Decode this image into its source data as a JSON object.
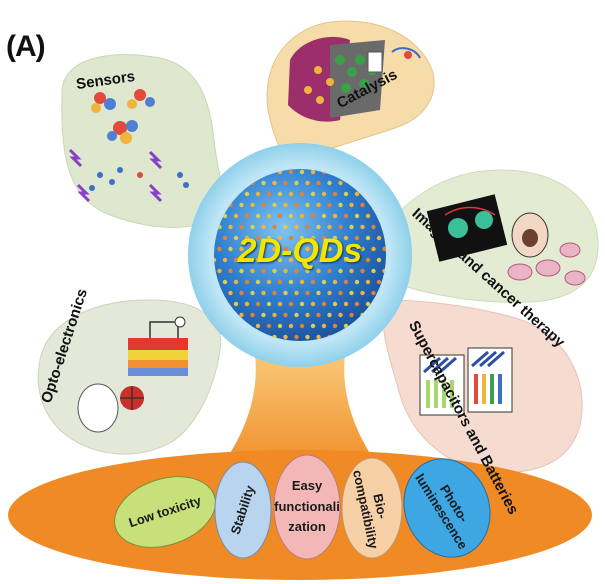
{
  "panel_label": "(A)",
  "center_label": "2D-QDs",
  "applications": {
    "sensors": "Sensors",
    "catalysis": "Catalysis",
    "imaging": "Imaging and cancer therapy",
    "supercapacitors": "Supercapacitors and Batteries",
    "optoelectronics": "Opto-electronics"
  },
  "properties": [
    {
      "label": "Low toxicity",
      "color": "#c7e07a"
    },
    {
      "label": "Stability",
      "color": "#b8d4ee"
    },
    {
      "label": "Easy functionalization",
      "lines": [
        "Easy",
        "functionali",
        "zation"
      ],
      "color": "#f3b7b7"
    },
    {
      "label": "Bio-compatibility",
      "lines": [
        "Bio-",
        "compatibility"
      ],
      "color": "#f6d0a6"
    },
    {
      "label": "Photo-luminescence",
      "lines": [
        "Photo-",
        "luminescence"
      ],
      "color": "#3ea6e3"
    }
  ],
  "colors": {
    "base": "#f08a24",
    "sphere_ring": "#8fd0ea",
    "sphere_core": "#2f7fd0",
    "center_text": "#f2e600",
    "sensors_bubble": "#dde8cf",
    "catalysis_bubble": "#f5dca8",
    "imaging_bubble": "#e3ecd3",
    "supercap_bubble": "#f6dcd0",
    "opto_bubble": "#e3e8d8"
  }
}
